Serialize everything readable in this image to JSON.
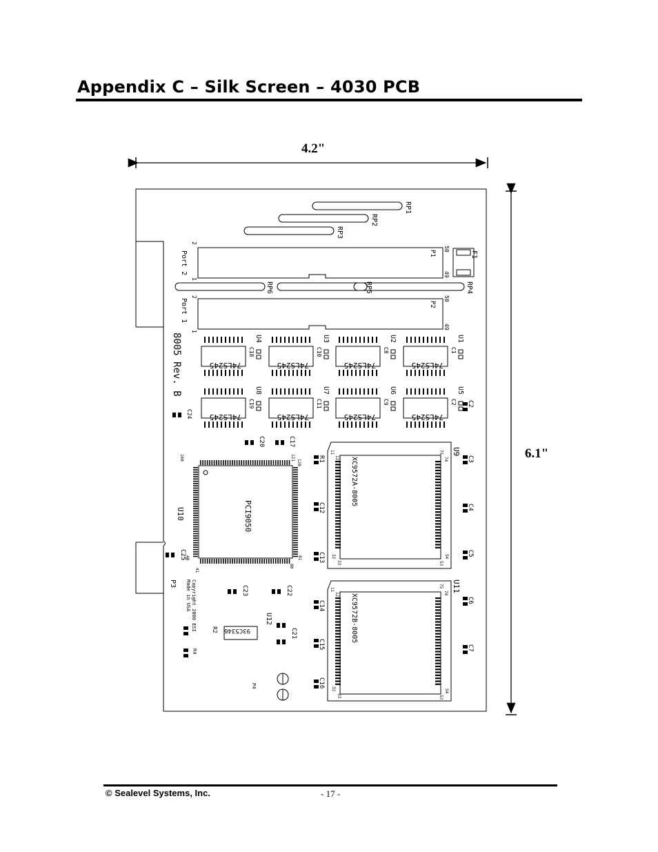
{
  "title": "Appendix C – Silk Screen – 4030 PCB",
  "dimensions": {
    "width": "4.2\"",
    "height": "6.1\""
  },
  "board": {
    "revision": "8005 Rev. B",
    "ports": {
      "port2": "Port 2",
      "port1": "Port 1",
      "p1": "P1",
      "p2": "P2",
      "p3": "P3",
      "p4": "P4",
      "f1": "F1"
    },
    "pins": {
      "p1_top_left": "2",
      "p1_bottom_left": "1",
      "p1_top_right": "50",
      "p1_bottom_right": "49",
      "p2_top_left": "2",
      "p2_bottom_left": "1",
      "p2_top_right": "50",
      "p2_bottom_right": "49"
    },
    "resistor_packs": {
      "rp1": "RP1",
      "rp2": "RP2",
      "rp3": "RP3",
      "rp4": "RP4",
      "rp5": "RP5",
      "rp6": "RP6"
    },
    "buffers": [
      {
        "ref": "U1",
        "part": "74LS245",
        "cap": "C1"
      },
      {
        "ref": "U2",
        "part": "74LS245",
        "cap": "C8"
      },
      {
        "ref": "U3",
        "part": "74LS245",
        "cap": "C10"
      },
      {
        "ref": "U4",
        "part": "74LS245",
        "cap": "C18"
      },
      {
        "ref": "U5",
        "part": "74LS245",
        "cap": "C2"
      },
      {
        "ref": "U6",
        "part": "74LS245",
        "cap": "C9"
      },
      {
        "ref": "U7",
        "part": "74LS245",
        "cap": "C11"
      },
      {
        "ref": "U8",
        "part": "74LS245",
        "cap": "C19"
      }
    ],
    "caps_misc": {
      "c24": "C24",
      "c20": "C20",
      "c17": "C17",
      "c25": "C25",
      "c23": "C23",
      "c22": "C22",
      "c21": "C21",
      "c3": "C3",
      "c4": "C4",
      "c5": "C5",
      "c6": "C6",
      "c7": "C7",
      "c12": "C12",
      "c13": "C13",
      "c14": "C14",
      "c15": "C15",
      "c16": "C16"
    },
    "resistors": {
      "r1": "R1",
      "r2": "R2",
      "r4": "R4"
    },
    "u10": {
      "ref": "U10",
      "part": "PCI9050",
      "pin_tl": "160",
      "pin_tr": "121",
      "pin_tr2": "120",
      "pin_bl": "40",
      "pin_bl2": "41",
      "pin_br": "80",
      "pin_br2": "81"
    },
    "u9": {
      "ref": "U9",
      "part": "XC9572A-8005",
      "pin_tl": "11",
      "pin_tl2": "12",
      "pin_tr": "75",
      "pin_tr2": "74",
      "pin_bl": "32",
      "pin_bl2": "33",
      "pin_br": "54",
      "pin_br2": "53"
    },
    "u11": {
      "ref": "U11",
      "part": "XC9572B-8005",
      "pin_tl": "11",
      "pin_tl2": "12",
      "pin_tr": "75",
      "pin_tr2": "74",
      "pin_bl": "32",
      "pin_bl2": "33",
      "pin_br": "54",
      "pin_br2": "53"
    },
    "u12": {
      "ref": "U12",
      "part": "93C5346"
    },
    "copyright": [
      "Copyright 2000 ESI",
      "Made in USA"
    ]
  },
  "footer": {
    "company": "© Sealevel Systems, Inc.",
    "page": "- 17 -"
  }
}
